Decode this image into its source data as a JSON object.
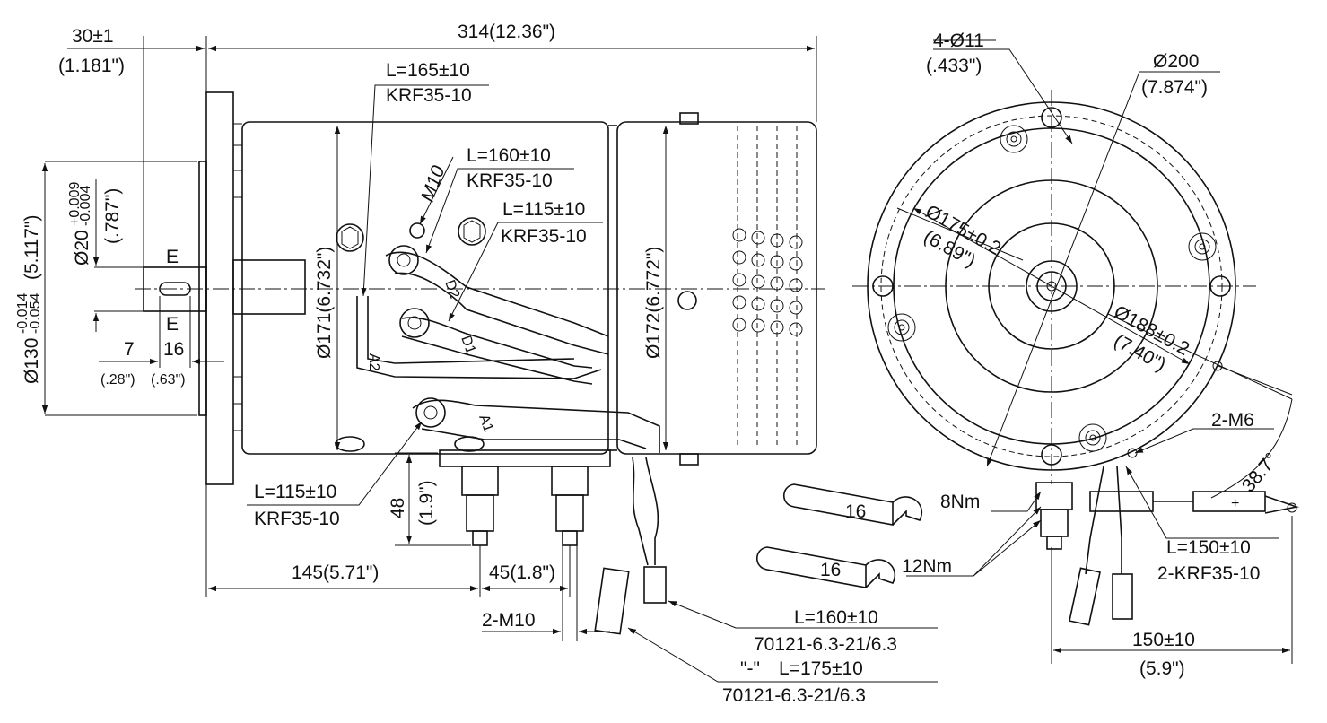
{
  "labels": {
    "flange_thk": "30±1",
    "flange_thk_in": "(1.181\")",
    "overall_len": "314(12.36\")",
    "lead_a2_len": "L=165±10",
    "lead_a2_term": "KRF35-10",
    "thread_m10": "M10",
    "lead_d2_len": "L=160±10",
    "lead_d2_term": "KRF35-10",
    "lead_d1_len": "L=115±10",
    "lead_d1_term": "KRF35-10",
    "shaft_dia": "Ø20",
    "shaft_tol_up": "+0.009",
    "shaft_tol_lo": "-0.004",
    "shaft_dia_in": "(.787\")",
    "section_e_top": "E",
    "section_e_bot": "E",
    "pilot_dia": "Ø130",
    "pilot_tol_up": "-0.014",
    "pilot_tol_lo": "-0.054",
    "pilot_dia_in": "(5.117\")",
    "key_w": "7",
    "key_w_in": "(.28\")",
    "key_len": "16",
    "key_len_in": "(.63\")",
    "body_dia1": "Ø171(6.732\")",
    "body_dia2": "Ø172(6.772\")",
    "lead_a1_len": "L=115±10",
    "lead_a1_term": "KRF35-10",
    "stud_height": "48",
    "stud_height_in": "(1.9\")",
    "stud_pos": "145(5.71\")",
    "stud_pitch": "45(1.8\")",
    "stud_thread": "2-M10",
    "sensor_lead1_len": "L=160±10",
    "sensor_lead1_part": "70121-6.3-21/6.3",
    "sensor_lead2_sign": "\"-\"",
    "sensor_lead2_len": "L=175±10",
    "sensor_lead2_part": "70121-6.3-21/6.3",
    "holes": "4-Ø11",
    "holes_in": "(.433\")",
    "flange_od": "Ø200",
    "flange_od_in": "(7.874\")",
    "bolt_circle": "Ø175±0.2",
    "bolt_circle_in": "(6.89\")",
    "pcd2": "Ø188±0.2",
    "pcd2_in": "(7.40\")",
    "tapped": "2-M6",
    "angle": "38.7°",
    "torque1": "8Nm",
    "torque2": "12Nm",
    "wrench1": "16",
    "wrench2": "16",
    "plus_sign": "+",
    "sensor_cable_len": "L=150±10",
    "sensor_cable_term": "2-KRF35-10",
    "cable_len": "150±10",
    "cable_len_in": "(5.9\")"
  }
}
